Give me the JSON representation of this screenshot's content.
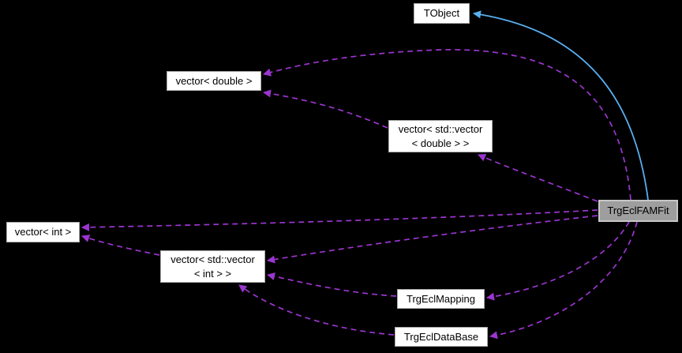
{
  "diagram": {
    "type": "doxygen-collaboration-graph",
    "background_color": "#000000",
    "colors": {
      "usage_edge": "#9c35d0",
      "inheritance_edge": "#58aef0",
      "node_fill": "#ffffff",
      "node_border": "#a8a8a8",
      "current_node_fill": "#9e9e9e",
      "current_node_border": "#c6c6c6",
      "node_text": "#000000"
    },
    "nodes": {
      "tobject": {
        "label": "TObject"
      },
      "vector_double": {
        "label": "vector< double >"
      },
      "vector_vector_double": {
        "label": "vector< std::vector\n< double > >"
      },
      "trgeclfamfit": {
        "label": "TrgEclFAMFit"
      },
      "vector_int": {
        "label": "vector< int >"
      },
      "vector_vector_int": {
        "label": "vector< std::vector\n< int > >"
      },
      "trgeclmapping": {
        "label": "TrgEclMapping"
      },
      "trgecldatabase": {
        "label": "TrgEclDataBase"
      }
    },
    "edges": [
      {
        "from": "TrgEclFAMFit",
        "to": "TObject",
        "type": "inheritance",
        "style": "solid"
      },
      {
        "from": "TrgEclFAMFit",
        "to": "vector< double >",
        "type": "usage",
        "style": "dashed"
      },
      {
        "from": "TrgEclFAMFit",
        "to": "vector< std::vector< double > >",
        "type": "usage",
        "style": "dashed"
      },
      {
        "from": "TrgEclFAMFit",
        "to": "vector< int >",
        "type": "usage",
        "style": "dashed"
      },
      {
        "from": "TrgEclFAMFit",
        "to": "vector< std::vector< int > >",
        "type": "usage",
        "style": "dashed"
      },
      {
        "from": "TrgEclFAMFit",
        "to": "TrgEclMapping",
        "type": "usage",
        "style": "dashed"
      },
      {
        "from": "TrgEclFAMFit",
        "to": "TrgEclDataBase",
        "type": "usage",
        "style": "dashed"
      },
      {
        "from": "vector< std::vector< double > >",
        "to": "vector< double >",
        "type": "usage",
        "style": "dashed"
      },
      {
        "from": "vector< std::vector< int > >",
        "to": "vector< int >",
        "type": "usage",
        "style": "dashed"
      },
      {
        "from": "TrgEclMapping",
        "to": "vector< std::vector< int > >",
        "type": "usage",
        "style": "dashed"
      },
      {
        "from": "TrgEclDataBase",
        "to": "vector< std::vector< int > >",
        "type": "usage",
        "style": "dashed"
      }
    ]
  }
}
